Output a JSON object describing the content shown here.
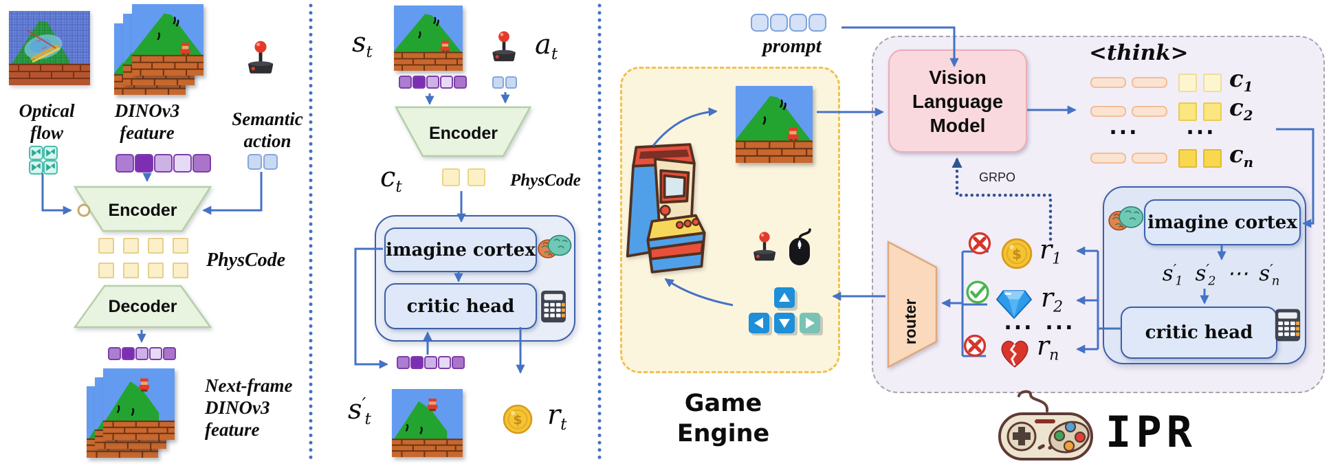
{
  "colors": {
    "arrow_blue": "#4472C4",
    "grpo_blue": "#2F5496",
    "separator_blue": "#4472C4",
    "encoder_green_fill": "#E8F3E0",
    "physcode_yellow": "#FBF0C9",
    "world_model_container_fill": "#E8EDF7",
    "vlm_pink_fill": "#F9D9DD",
    "game_engine_fill": "#FCF5DD",
    "rl_container_fill": "#F2EEF8",
    "router_fill": "#FAD9BD"
  },
  "icons": {
    "coin_symbol": "$"
  },
  "p1": {
    "optical_flow_label": [
      "Optical",
      "flow"
    ],
    "dinov3_label": [
      "DINOv3",
      "feature"
    ],
    "semantic_action_label": [
      "Semantic",
      "action"
    ],
    "encoder_label": "Encoder",
    "physcode_label": "PhysCode",
    "decoder_label": "Decoder",
    "next_frame_label": [
      "Next-frame",
      "DINOv3",
      "feature"
    ]
  },
  "p2": {
    "state": {
      "base": "s",
      "sub": "t"
    },
    "action": {
      "base": "a",
      "sub": "t"
    },
    "code": {
      "base": "c",
      "sub": "t"
    },
    "encoder_label": "Encoder",
    "physcode_label": "PhysCode",
    "imagine_cortex_label": "imagine cortex",
    "critic_head_label": "critic head",
    "next_state": {
      "base": "s",
      "prime": "′",
      "sub": "t"
    },
    "reward": {
      "base": "r",
      "sub": "t"
    }
  },
  "p3": {
    "prompt_label": "prompt",
    "vlm_label": [
      "Vision",
      "Language",
      "Model"
    ],
    "think_label": "<think>",
    "grpo_label": "GRPO",
    "ellipsis": "...",
    "cdots": "⋯",
    "codes": [
      {
        "base": "c",
        "sub": "1"
      },
      {
        "base": "c",
        "sub": "2"
      },
      {
        "base": "c",
        "sub": "n"
      }
    ],
    "rewards": [
      {
        "base": "r",
        "sub": "1"
      },
      {
        "base": "r",
        "sub": "2"
      },
      {
        "base": "r",
        "sub": "n"
      }
    ],
    "next_states": [
      {
        "base": "s",
        "prime": "′",
        "sub": "1"
      },
      {
        "base": "s",
        "prime": "′",
        "sub": "2"
      },
      {
        "base": "s",
        "prime": "′",
        "sub": "n"
      }
    ],
    "imagine_cortex_label": "imagine cortex",
    "critic_head_label": "critic head",
    "router_label": "router",
    "game_engine_label": [
      "Game",
      "Engine"
    ],
    "ipr_label": "IPR"
  }
}
